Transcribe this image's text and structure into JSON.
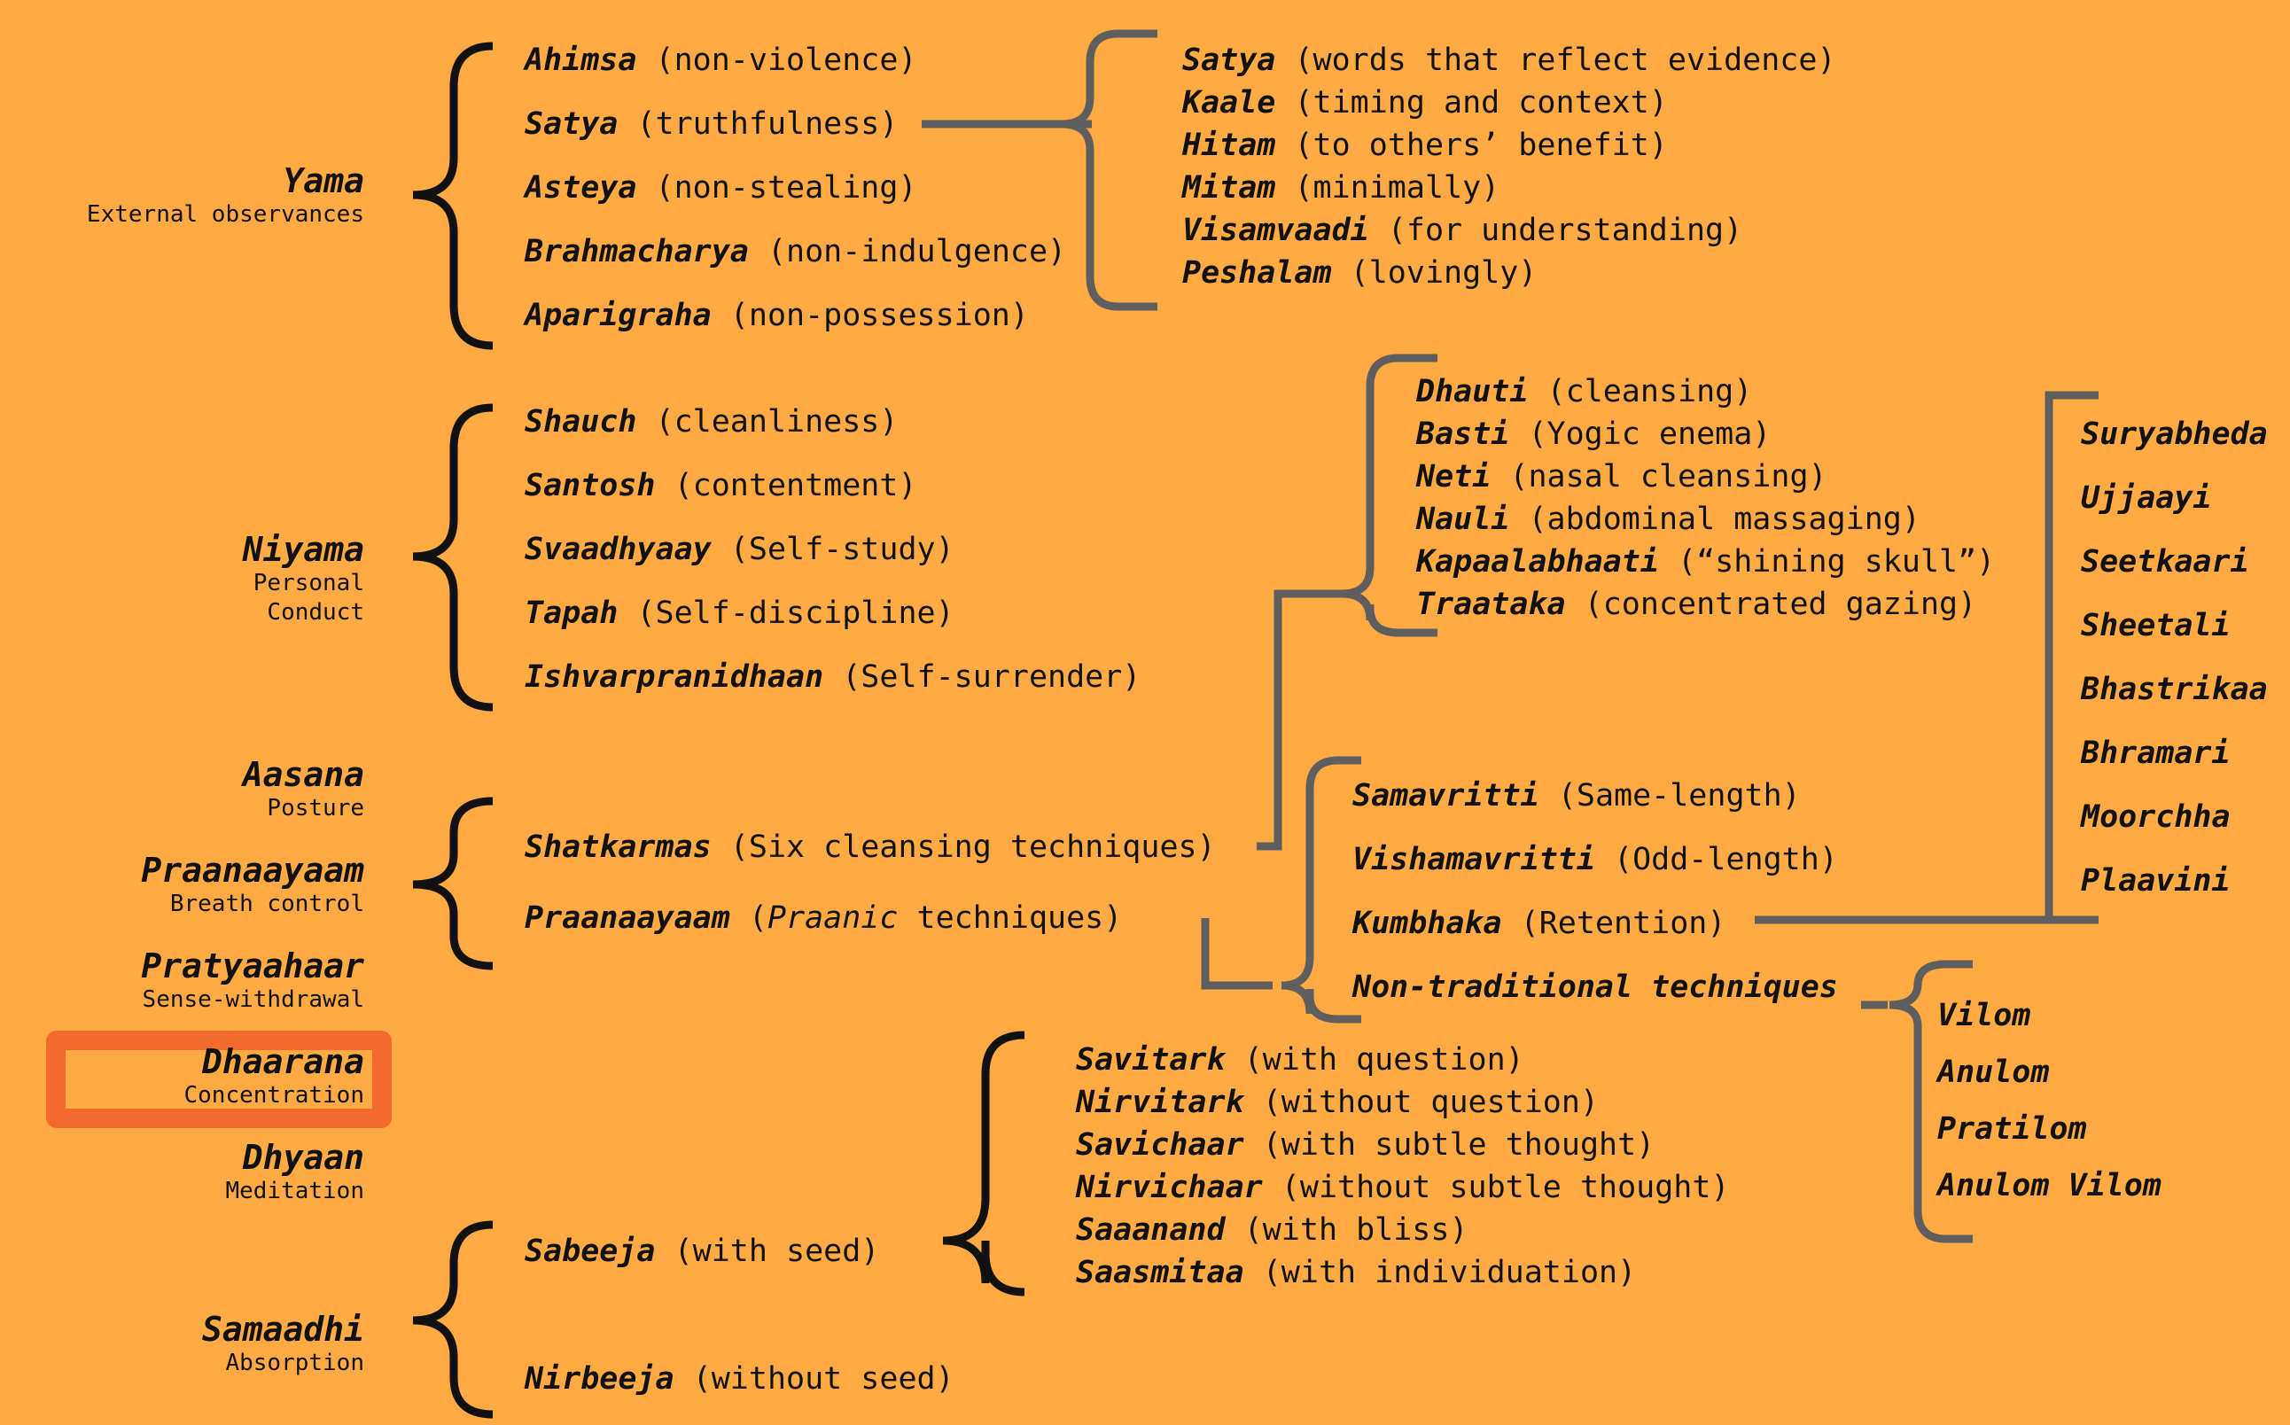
{
  "limbs": [
    {
      "name": "Yama",
      "desc": "External observances"
    },
    {
      "name": "Niyama",
      "desc": "Personal Conduct"
    },
    {
      "name": "Aasana",
      "desc": "Posture"
    },
    {
      "name": "Praanaayaam",
      "desc": "Breath control"
    },
    {
      "name": "Pratyaahaar",
      "desc": "Sense-withdrawal"
    },
    {
      "name": "Dhaarana",
      "desc": "Concentration"
    },
    {
      "name": "Dhyaan",
      "desc": "Meditation"
    },
    {
      "name": "Samaadhi",
      "desc": "Absorption"
    }
  ],
  "highlighted_limb": "Dhaarana",
  "yama_items": [
    {
      "term": "Ahimsa",
      "gloss": "(non-violence)"
    },
    {
      "term": "Satya",
      "gloss": "(truthfulness)"
    },
    {
      "term": "Asteya",
      "gloss": "(non-stealing)"
    },
    {
      "term": "Brahmacharya",
      "gloss": "(non-indulgence)"
    },
    {
      "term": "Aparigraha",
      "gloss": "(non-possession)"
    }
  ],
  "satya_items": [
    {
      "term": "Satya",
      "gloss": "(words that reflect evidence)"
    },
    {
      "term": "Kaale",
      "gloss": "(timing and context)"
    },
    {
      "term": "Hitam",
      "gloss": "(to others’ benefit)"
    },
    {
      "term": "Mitam",
      "gloss": "(minimally)"
    },
    {
      "term": "Visamvaadi",
      "gloss": "(for understanding)"
    },
    {
      "term": "Peshalam",
      "gloss": "(lovingly)"
    }
  ],
  "niyama_items": [
    {
      "term": "Shauch",
      "gloss": "(cleanliness)"
    },
    {
      "term": "Santosh",
      "gloss": "(contentment)"
    },
    {
      "term": "Svaadhyaay",
      "gloss": "(Self-study)"
    },
    {
      "term": "Tapah",
      "gloss": "(Self-discipline)"
    },
    {
      "term": "Ishvarpranidhaan",
      "gloss": "(Self-surrender)"
    }
  ],
  "praana_items": [
    {
      "term": "Shatkarmas",
      "gloss": "(Six cleansing techniques)"
    },
    {
      "term": "Praanaayaam",
      "gloss_pre": "(",
      "gloss_italic": "Praanic",
      "gloss_post": " techniques)"
    }
  ],
  "shatkarma_items": [
    {
      "term": "Dhauti",
      "gloss": "(cleansing)"
    },
    {
      "term": "Basti",
      "gloss": "(Yogic enema)"
    },
    {
      "term": "Neti",
      "gloss": "(nasal cleansing)"
    },
    {
      "term": "Nauli",
      "gloss": "(abdominal massaging)"
    },
    {
      "term": "Kapaalabhaati",
      "gloss": "(“shining skull”)"
    },
    {
      "term": "Traataka",
      "gloss": "(concentrated gazing)"
    }
  ],
  "praanic_items": [
    {
      "term": "Samavritti",
      "gloss": "(Same-length)"
    },
    {
      "term": "Vishamavritti",
      "gloss": "(Odd-length)"
    },
    {
      "term": "Kumbhaka",
      "gloss": "(Retention)"
    },
    {
      "term": "Non-traditional techniques",
      "gloss": ""
    }
  ],
  "kumbhaka_items": [
    "Suryabheda",
    "Ujjaayi",
    "Seetkaari",
    "Sheetali",
    "Bhastrikaa",
    "Bhramari",
    "Moorchha",
    "Plaavini"
  ],
  "nontrad_items": [
    "Vilom",
    "Anulom",
    "Pratilom",
    "Anulom Vilom"
  ],
  "samaadhi_items": [
    {
      "term": "Sabeeja",
      "gloss": "(with seed)"
    },
    {
      "term": "Nirbeeja",
      "gloss": "(without seed)"
    }
  ],
  "sabeeja_items": [
    {
      "term": "Savitark",
      "gloss": "(with question)"
    },
    {
      "term": "Nirvitark",
      "gloss": "(without question)"
    },
    {
      "term": "Savichaar",
      "gloss": "(with subtle thought)"
    },
    {
      "term": "Nirvichaar",
      "gloss": "(without subtle thought)"
    },
    {
      "term": "Saaanand",
      "gloss": "(with bliss)"
    },
    {
      "term": "Saasmitaa",
      "gloss": "(with individuation)"
    }
  ],
  "colors": {
    "background": "#FFAA42",
    "brace_primary": "#111111",
    "connector": "#5E5E5E",
    "highlight": "#F36A2B"
  }
}
